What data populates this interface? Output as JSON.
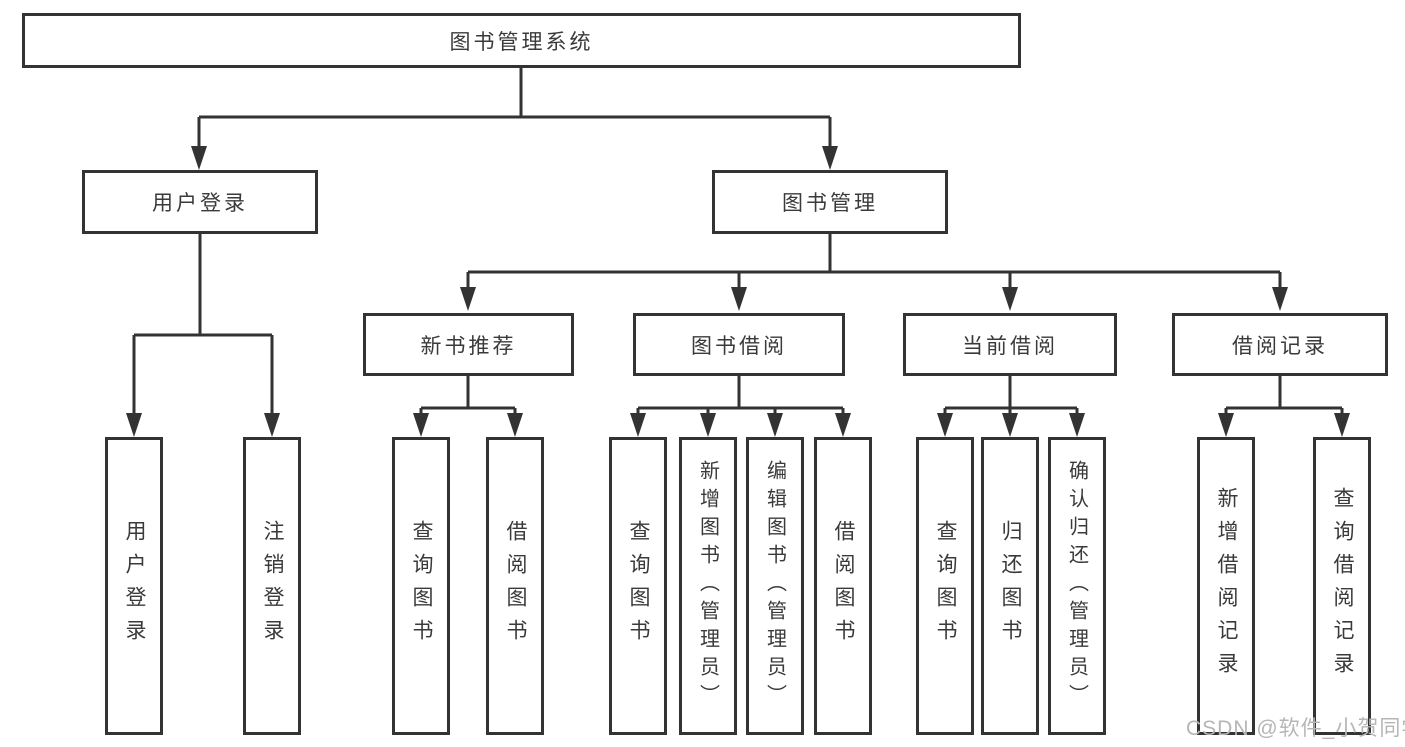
{
  "tree": {
    "root": {
      "label": "图书管理系统",
      "children": [
        {
          "label": "用户登录",
          "children": [
            {
              "label": "用户登录"
            },
            {
              "label": "注销登录"
            }
          ]
        },
        {
          "label": "图书管理",
          "children": [
            {
              "label": "新书推荐",
              "children": [
                {
                  "label": "查询图书"
                },
                {
                  "label": "借阅图书"
                }
              ]
            },
            {
              "label": "图书借阅",
              "children": [
                {
                  "label": "查询图书"
                },
                {
                  "label": "新增图书（管理员）"
                },
                {
                  "label": "编辑图书（管理员）"
                },
                {
                  "label": "借阅图书"
                }
              ]
            },
            {
              "label": "当前借阅",
              "children": [
                {
                  "label": "查询图书"
                },
                {
                  "label": "归还图书"
                },
                {
                  "label": "确认归还（管理员）"
                }
              ]
            },
            {
              "label": "借阅记录",
              "children": [
                {
                  "label": "新增借阅记录"
                },
                {
                  "label": "查询借阅记录"
                }
              ]
            }
          ]
        }
      ]
    }
  },
  "watermark": {
    "text": "CSDN @软件_小贺同学"
  },
  "colors": {
    "line": "#333333",
    "box_border": "#333333",
    "text": "#3a3a3a",
    "watermark": "#b6b6b6",
    "background": "#ffffff"
  }
}
